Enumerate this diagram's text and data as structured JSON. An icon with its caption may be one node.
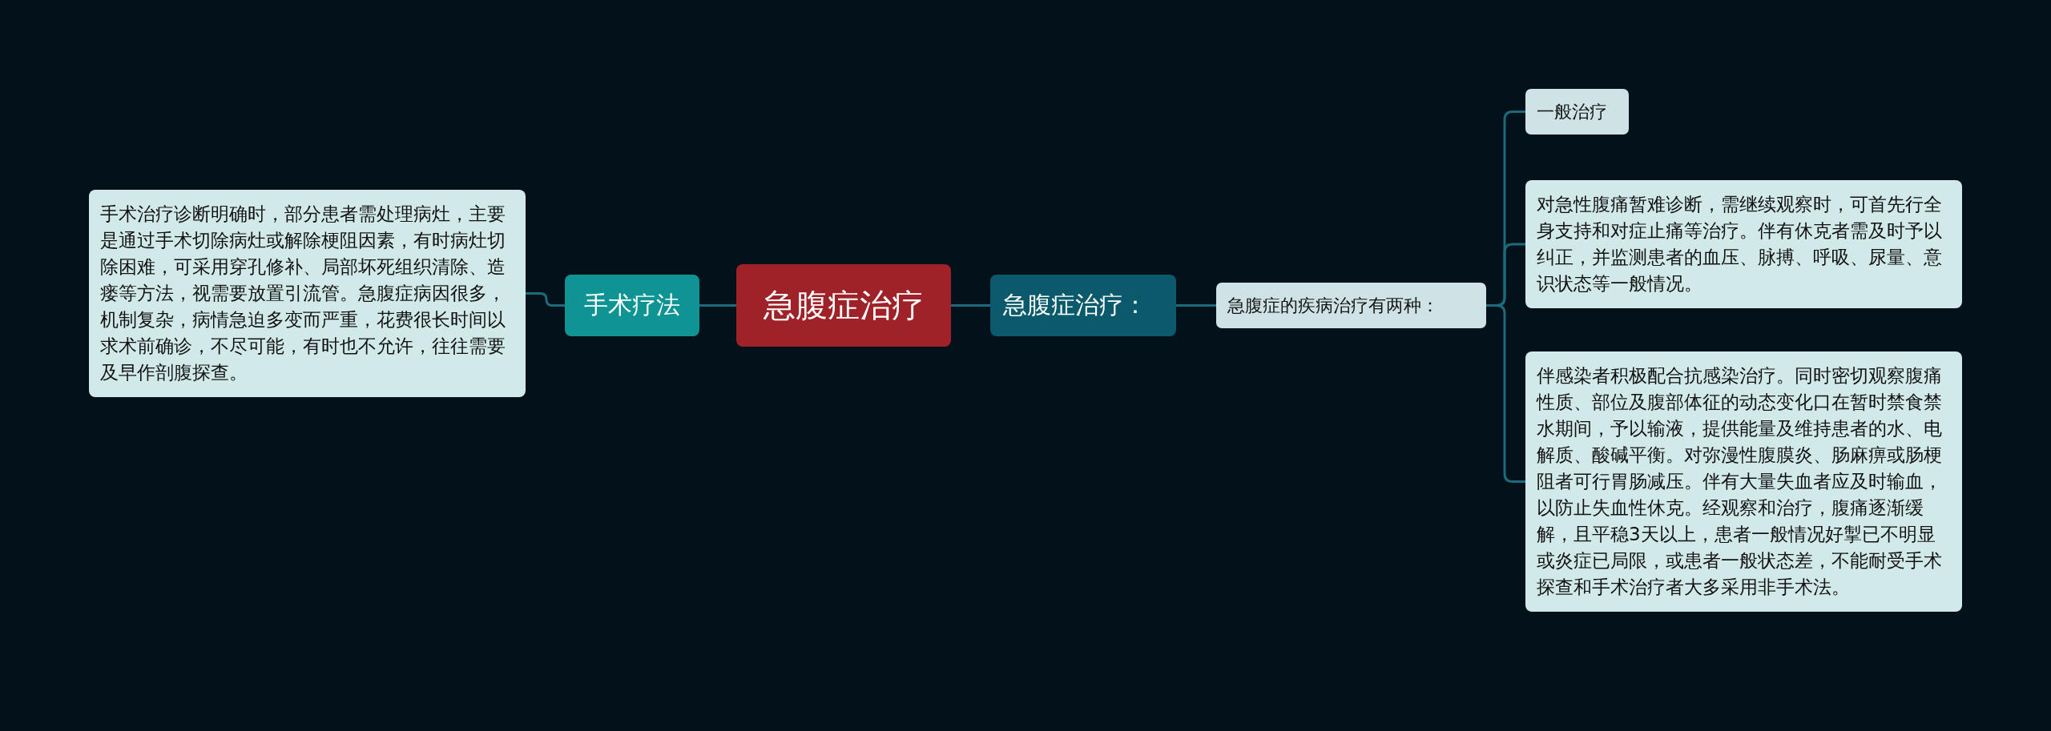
{
  "diagram": {
    "nodes": [
      {
        "text": [
          "急腹症治疗"
        ]
      },
      {
        "text": [
          "手术疗法"
        ]
      },
      {
        "text": [
          "手术治疗诊断明确时，部分患者需处理病灶，主要是通过手术切除病灶或解除梗阻因素，有时病灶切除困难，可采用穿孔修补、局部坏死组织清除、造瘘等方法，视需要放置引流管。急腹症病因很多，机制复杂，病情急迫多变而严重，花费很长时间以求术前确诊，不尽可能，有时也不允许，往往需要及早作剖腹探查。"
        ]
      },
      {
        "text": [
          "急腹症治疗："
        ]
      },
      {
        "text": [
          "急腹症的疾病治疗有两种："
        ]
      },
      {
        "text": [
          "一般治疗"
        ]
      },
      {
        "text": [
          "对急性腹痛暂难诊断，需继续观察时，可首先行全身支持和对症止痛等治疗。伴有休克者需及时予以纠正，并监测患者的血压、脉搏、呼吸、尿量、意识状态等一般情况。"
        ]
      },
      {
        "text": [
          "伴感染者积极配合抗感染治疗。同时密切观察腹痛性质、部位及腹部体征的动态变化口在暂时禁食禁水期间，予以输液，提供能量及维持患者的水、电解质、酸碱平衡。对弥漫性腹膜炎、肠麻痹或肠梗阻者可行胃肠减压。伴有大量失血者应及时输血，以防止失血性休克。经观察和治疗，腹痛逐渐缓解，且平稳3天以上，患者一般情况好掣已不明显或炎症已局限，或患者一般状态差，不能耐受手术探查和手术治疗者大多采用非手术法。"
        ]
      }
    ],
    "edges": [
      {
        "from": 0,
        "to": 1,
        "arrow": "none"
      },
      {
        "from": 1,
        "to": 2,
        "arrow": "none"
      },
      {
        "from": 0,
        "to": 3,
        "arrow": "none"
      },
      {
        "from": 3,
        "to": 4,
        "arrow": "none"
      },
      {
        "from": 4,
        "to": 5,
        "arrow": "none"
      },
      {
        "from": 4,
        "to": 6,
        "arrow": "none"
      },
      {
        "from": 4,
        "to": 7,
        "arrow": "none"
      }
    ]
  }
}
